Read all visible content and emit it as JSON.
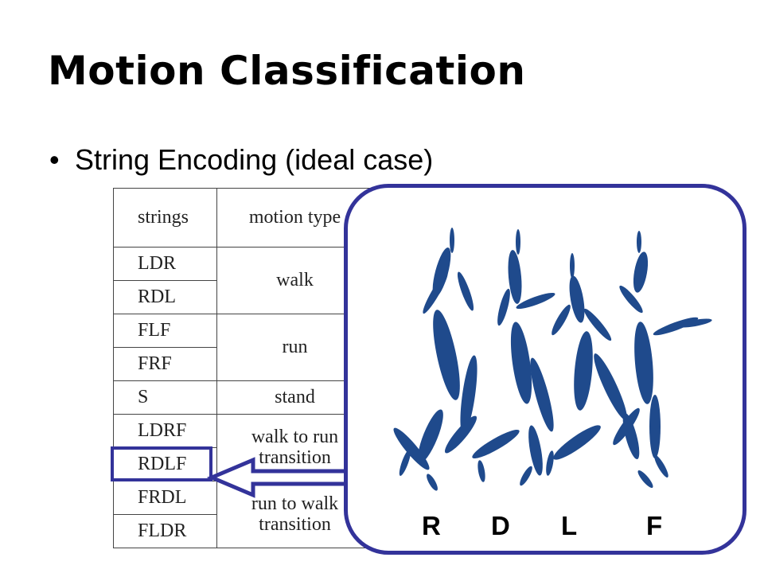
{
  "slide": {
    "title": "Motion Classification",
    "bullet": "String Encoding (ideal case)"
  },
  "table": {
    "headers": [
      "strings",
      "motion type"
    ],
    "groups": [
      {
        "strings": [
          "LDR",
          "RDL"
        ],
        "motion": "walk"
      },
      {
        "strings": [
          "FLF",
          "FRF"
        ],
        "motion": "run"
      },
      {
        "strings": [
          "S"
        ],
        "motion": "stand"
      },
      {
        "strings": [
          "LDRF",
          "RDLF"
        ],
        "motion": "walk to run transition"
      },
      {
        "strings": [
          "FRDL",
          "FLDR"
        ],
        "motion": "run to walk transition"
      }
    ],
    "highlighted_string": "RDLF"
  },
  "figure": {
    "labels": [
      "R",
      "D",
      "L",
      "F"
    ],
    "figure_color": "#1f4a8c",
    "border_color": "#33339a"
  }
}
